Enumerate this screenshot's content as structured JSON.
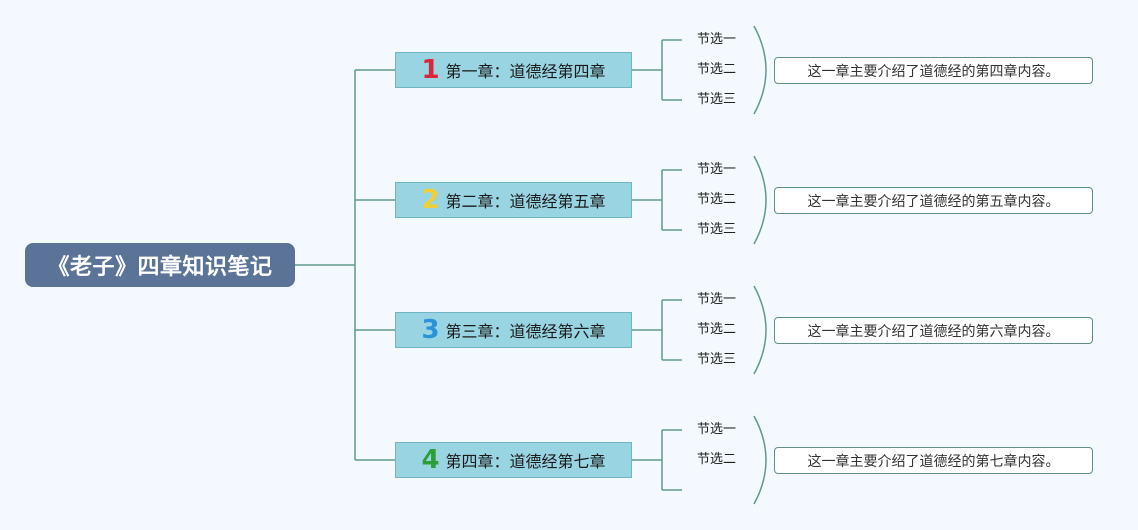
{
  "root": {
    "title": "《老子》四章知识笔记"
  },
  "colors": {
    "line": "#5f9a8a",
    "brace": "#5f9a8a",
    "num1": "#d9263a",
    "num2": "#f2cf3a",
    "num3": "#2a93d8",
    "num4": "#2e9e3a"
  },
  "chapters": [
    {
      "number": "1",
      "label": "第一章：道德经第四章",
      "leaves": [
        "节选一",
        "节选二",
        "节选三"
      ],
      "summary": "这一章主要介绍了道德经的第四章内容。"
    },
    {
      "number": "2",
      "label": "第二章：道德经第五章",
      "leaves": [
        "节选一",
        "节选二",
        "节选三"
      ],
      "summary": "这一章主要介绍了道德经的第五章内容。"
    },
    {
      "number": "3",
      "label": "第三章：道德经第六章",
      "leaves": [
        "节选一",
        "节选二",
        "节选三"
      ],
      "summary": "这一章主要介绍了道德经的第六章内容。"
    },
    {
      "number": "4",
      "label": "第四章：道德经第七章",
      "leaves": [
        "节选一",
        "节选二",
        ""
      ],
      "summary": "这一章主要介绍了道德经的第七章内容。"
    }
  ]
}
